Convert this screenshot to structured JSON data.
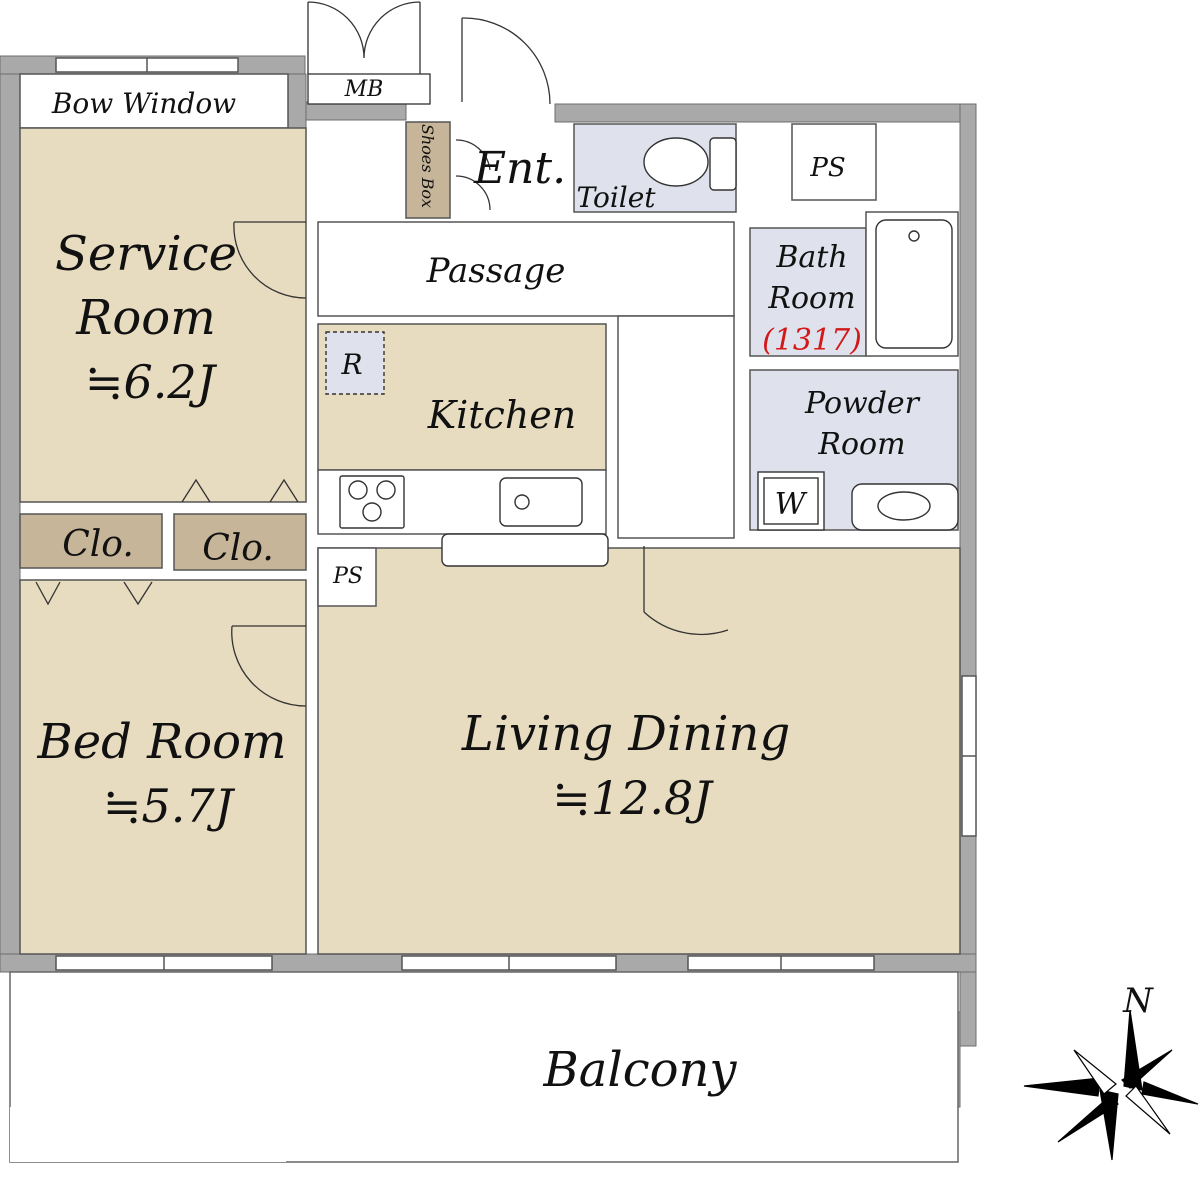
{
  "labels": {
    "bow_window": "Bow Window",
    "mb": "MB",
    "shoes_box": "Shoes Box",
    "entrance": "Ent.",
    "toilet": "Toilet",
    "ps_top": "PS",
    "service_room": "Service",
    "service_room_2": "Room",
    "service_room_size": "≒6.2J",
    "passage": "Passage",
    "bath_room": "Bath",
    "bath_room_2": "Room",
    "bath_code": "(1317)",
    "refrigerator": "R",
    "kitchen": "Kitchen",
    "powder_room": "Powder",
    "powder_room_2": "Room",
    "washer": "W",
    "closet_left": "Clo.",
    "closet_right": "Clo.",
    "ps_mid": "PS",
    "bed_room": "Bed Room",
    "bed_room_size": "≒5.7J",
    "living_dining": "Living Dining",
    "living_dining_size": "≒12.8J",
    "balcony": "Balcony",
    "north": "N"
  },
  "colors": {
    "wall": "#a9a9a9",
    "room_fill": "#e8dcc0",
    "wet_area_fill": "#dfe2ec",
    "closet_fill": "#c7b599",
    "floor_white": "#ffffff",
    "bath_code": "#d21818"
  }
}
